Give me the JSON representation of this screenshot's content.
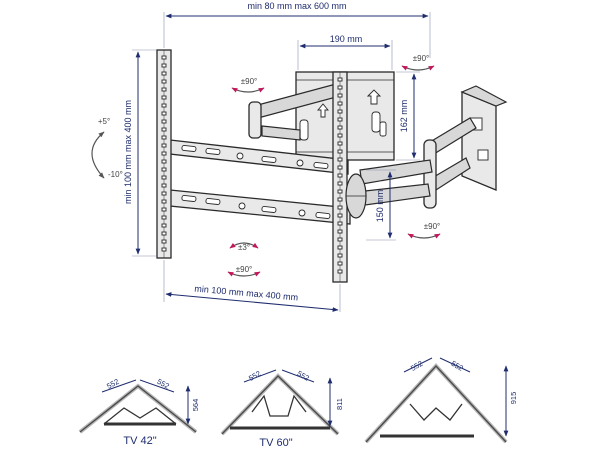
{
  "main_dims": {
    "top_width": "min 80 mm max 600 mm",
    "bottom_width": "min 100 mm max 400 mm",
    "left_height": "min 100 mm max 400 mm",
    "arm_width": "190 mm",
    "plate_height": "162 mm",
    "arm_offset": "150 mm"
  },
  "rotations": {
    "tilt_up": "+5°",
    "tilt_down": "-10°",
    "swivel_top_left": "±90°",
    "swivel_top_right": "±90°",
    "swivel_right": "±90°",
    "level": "±3°",
    "swivel_bottom": "±90°"
  },
  "corner_views": [
    {
      "caption": "TV 42\"",
      "dim_left": "552",
      "dim_right": "552",
      "depth": "564"
    },
    {
      "caption": "TV 60\"",
      "dim_left": "552",
      "dim_right": "552",
      "depth": "811"
    },
    {
      "caption": "",
      "dim_left": "552",
      "dim_right": "552",
      "depth": "915"
    }
  ]
}
